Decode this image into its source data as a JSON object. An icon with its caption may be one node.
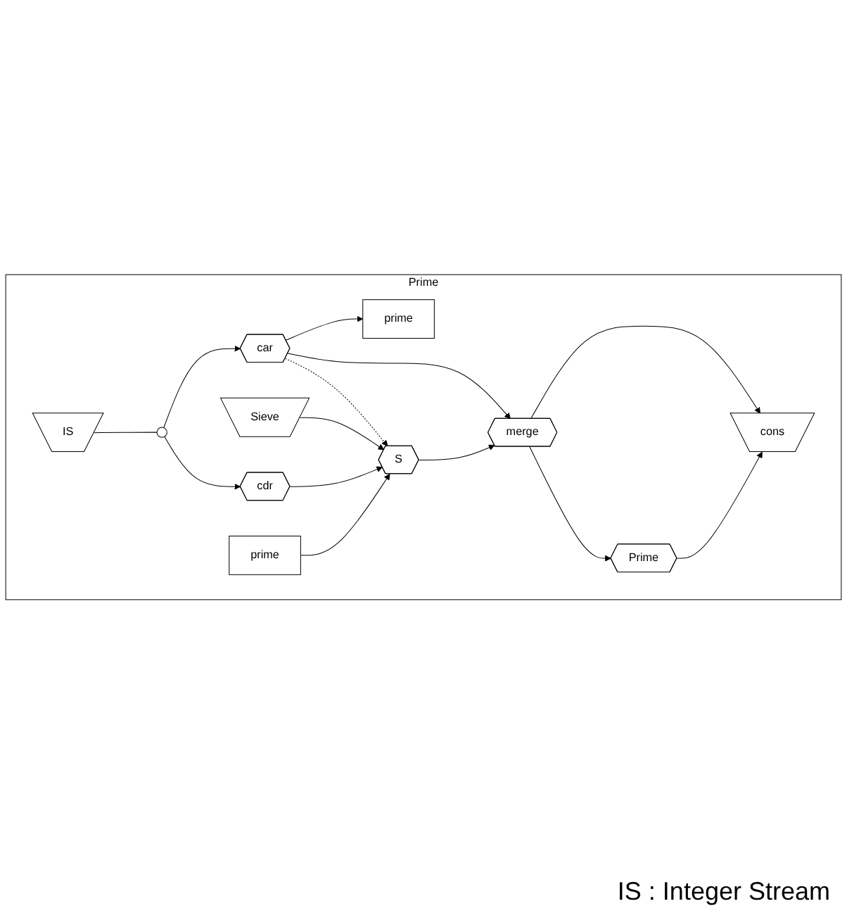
{
  "diagram": {
    "nodes": [
      {
        "text": [
          "Prime"
        ]
      },
      {
        "text": [
          "IS"
        ],
        "in": 0
      },
      {
        "text": [],
        "shape": "circle",
        "in": 0
      },
      {
        "text": [
          "car"
        ],
        "in": 0
      },
      {
        "text": [
          "prime"
        ],
        "in": 0
      },
      {
        "text": [
          "Sieve"
        ],
        "in": 0
      },
      {
        "text": [
          "cdr"
        ],
        "in": 0
      },
      {
        "text": [
          "prime"
        ],
        "in": 0
      },
      {
        "text": [
          "S"
        ],
        "in": 0
      },
      {
        "text": [
          "merge"
        ],
        "in": 0
      },
      {
        "text": [
          "Prime"
        ],
        "in": 0
      },
      {
        "text": [
          "cons"
        ],
        "in": 0
      }
    ],
    "edges": [
      {
        "from": 1,
        "to": 2,
        "arrow": "none"
      },
      {
        "from": 2,
        "to": 3,
        "arrow": "to"
      },
      {
        "from": 2,
        "to": 6,
        "arrow": "to"
      },
      {
        "from": 3,
        "to": 4,
        "arrow": "to"
      },
      {
        "from": 3,
        "to": 8,
        "arrow": "to",
        "style": "dashed"
      },
      {
        "from": 5,
        "to": 8,
        "arrow": "to"
      },
      {
        "from": 6,
        "to": 8,
        "arrow": "to"
      },
      {
        "from": 7,
        "to": 8,
        "arrow": "to"
      },
      {
        "from": 3,
        "to": 9,
        "arrow": "to"
      },
      {
        "from": 8,
        "to": 9,
        "arrow": "to"
      },
      {
        "from": 9,
        "to": 10,
        "arrow": "to"
      },
      {
        "from": 9,
        "to": 11,
        "arrow": "to"
      },
      {
        "from": 10,
        "to": 11,
        "arrow": "to"
      }
    ],
    "labels": [
      "IS : Integer Stream"
    ]
  }
}
